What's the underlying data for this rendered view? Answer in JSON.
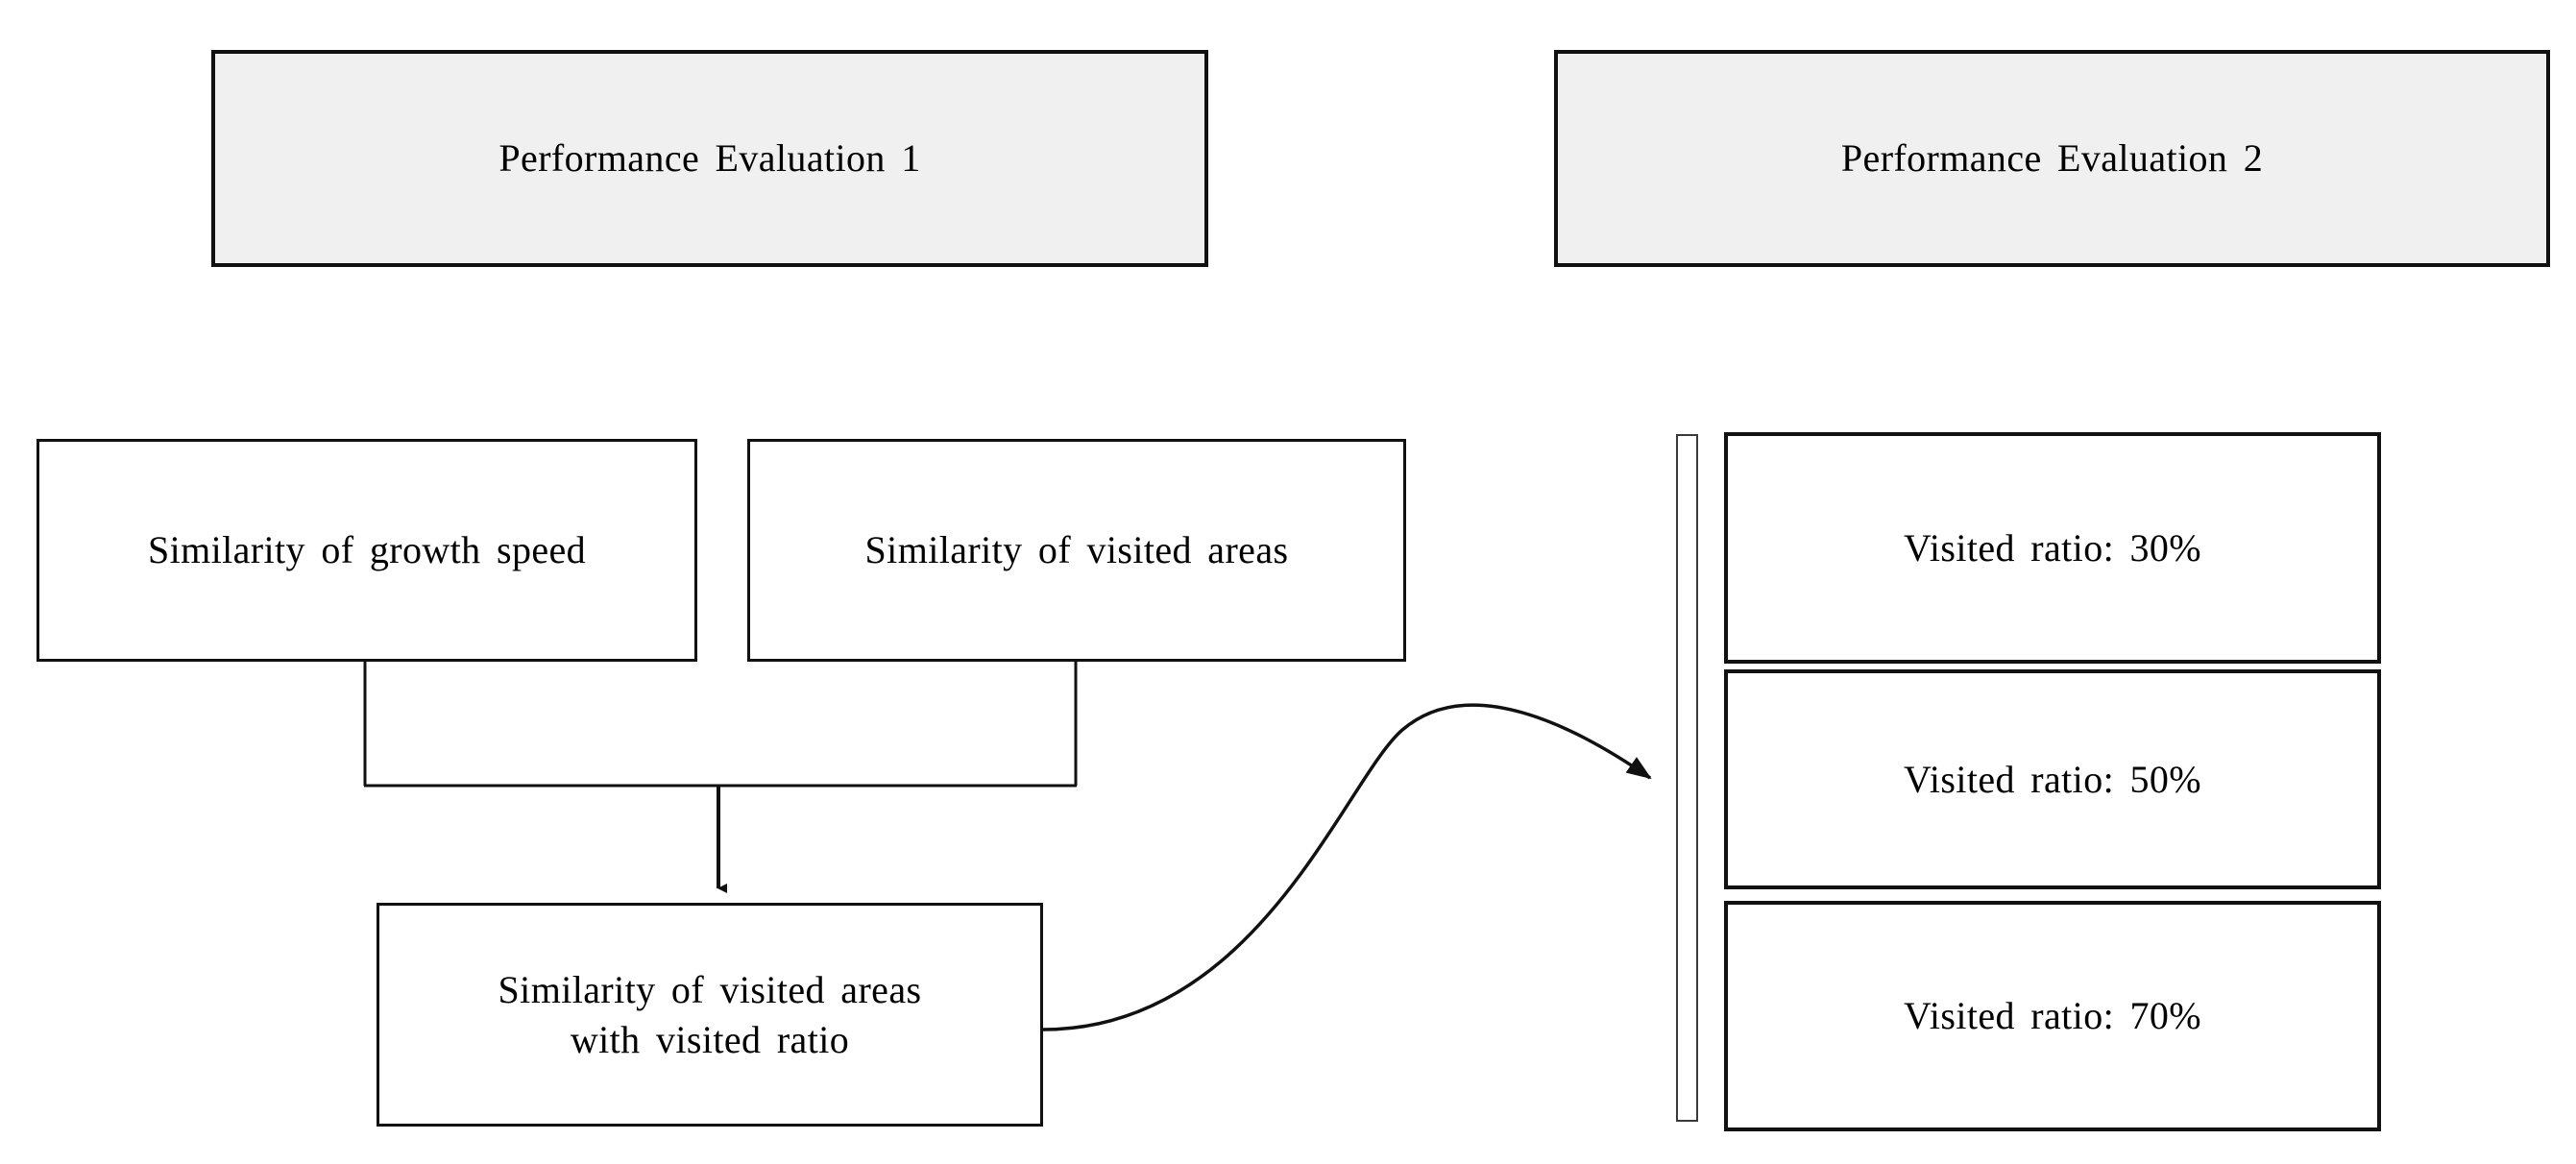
{
  "diagram": {
    "title_hidden": "",
    "background_color": "#ffffff",
    "line_color": "#111111",
    "header_fill": "#f0f0f0",
    "node_fill": "#ffffff"
  },
  "headers": [
    {
      "id": "eval-1",
      "label": "Performance  Evaluation  1"
    },
    {
      "id": "eval-2",
      "label": "Performance  Evaluation  2"
    }
  ],
  "criteria": [
    {
      "id": "growth-speed",
      "label": "Similarity  of growth  speed"
    },
    {
      "id": "visited-areas",
      "label": "Similarity  of visited  areas"
    }
  ],
  "combined": {
    "id": "visited-ratio",
    "line1": "Similarity  of visited  areas",
    "line2": "with  visited  ratio"
  },
  "ratios": [
    {
      "id": "ratio-30",
      "label": "Visited ratio: 30%",
      "value": 30
    },
    {
      "id": "ratio-50",
      "label": "Visited ratio: 50%",
      "value": 50
    },
    {
      "id": "ratio-70",
      "label": "Visited ratio: 70%",
      "value": 70
    }
  ],
  "connectors": [
    {
      "id": "merge-growth-speed",
      "type": "elbow",
      "from": "growth-speed",
      "to": "visited-ratio"
    },
    {
      "id": "merge-visited-areas",
      "type": "elbow",
      "from": "visited-areas",
      "to": "visited-ratio"
    },
    {
      "id": "down-arrow-to-combined",
      "type": "arrow",
      "from": "merge-junction",
      "to": "visited-ratio"
    },
    {
      "id": "curve-to-ratio-group",
      "type": "curved-arrow",
      "from": "visited-ratio",
      "to": "group-bracket"
    }
  ]
}
